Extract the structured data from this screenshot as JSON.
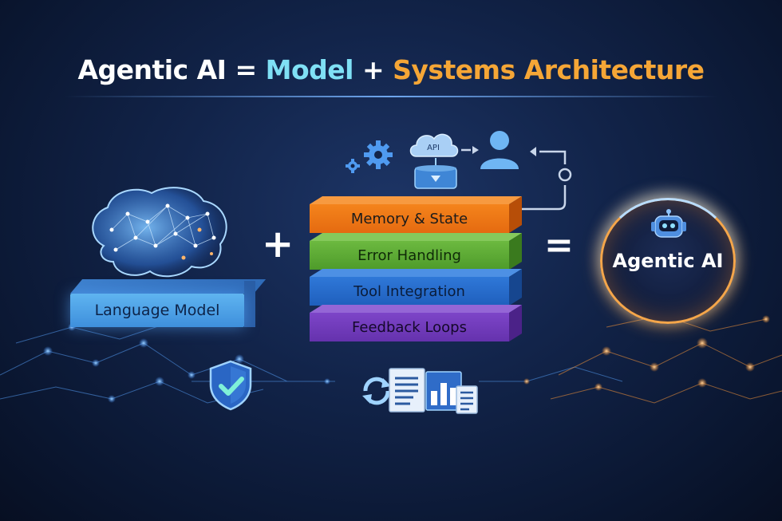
{
  "title": {
    "part1": "Agentic AI",
    "eq": "=",
    "part2": "Model",
    "plus": "+",
    "part3": "Systems Architecture"
  },
  "language_model": {
    "label": "Language Model"
  },
  "operators": {
    "plus": "+",
    "equals": "="
  },
  "stack": [
    {
      "label": "Memory & State",
      "color": "#f4841c"
    },
    {
      "label": "Error Handling",
      "color": "#6cb940"
    },
    {
      "label": "Tool Integration",
      "color": "#2f78d8"
    },
    {
      "label": "Feedback Loops",
      "color": "#7d45c8"
    }
  ],
  "api_cloud": {
    "label": "API"
  },
  "result": {
    "label": "Agentic AI"
  },
  "icons": [
    "brain-icon",
    "gear-icon",
    "cloud-api-icon",
    "database-icon",
    "user-icon",
    "robot-icon",
    "shield-check-icon",
    "sync-icon",
    "document-icon",
    "bar-chart-icon"
  ],
  "colors": {
    "accent_orange": "#f5a636",
    "accent_cyan": "#7fe0f5",
    "background": "#12244a"
  }
}
